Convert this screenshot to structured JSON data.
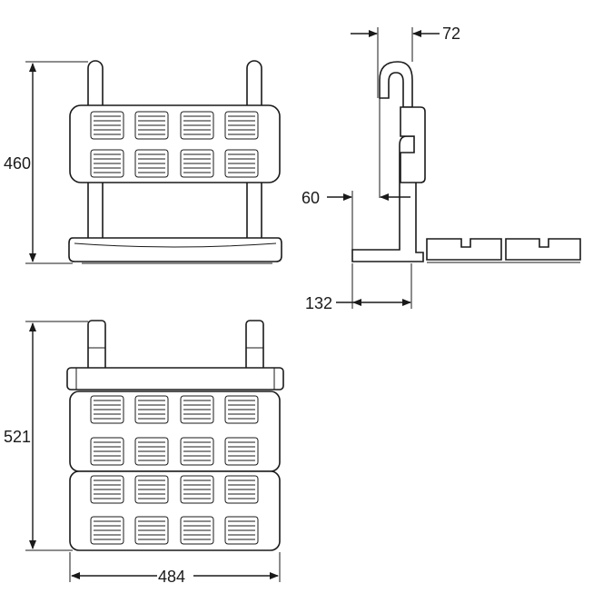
{
  "dimensions": {
    "front_height": "460",
    "depth_offset": "72",
    "wall_distance": "60",
    "bracket_depth": "132",
    "folded_height": "521",
    "width": "484"
  }
}
